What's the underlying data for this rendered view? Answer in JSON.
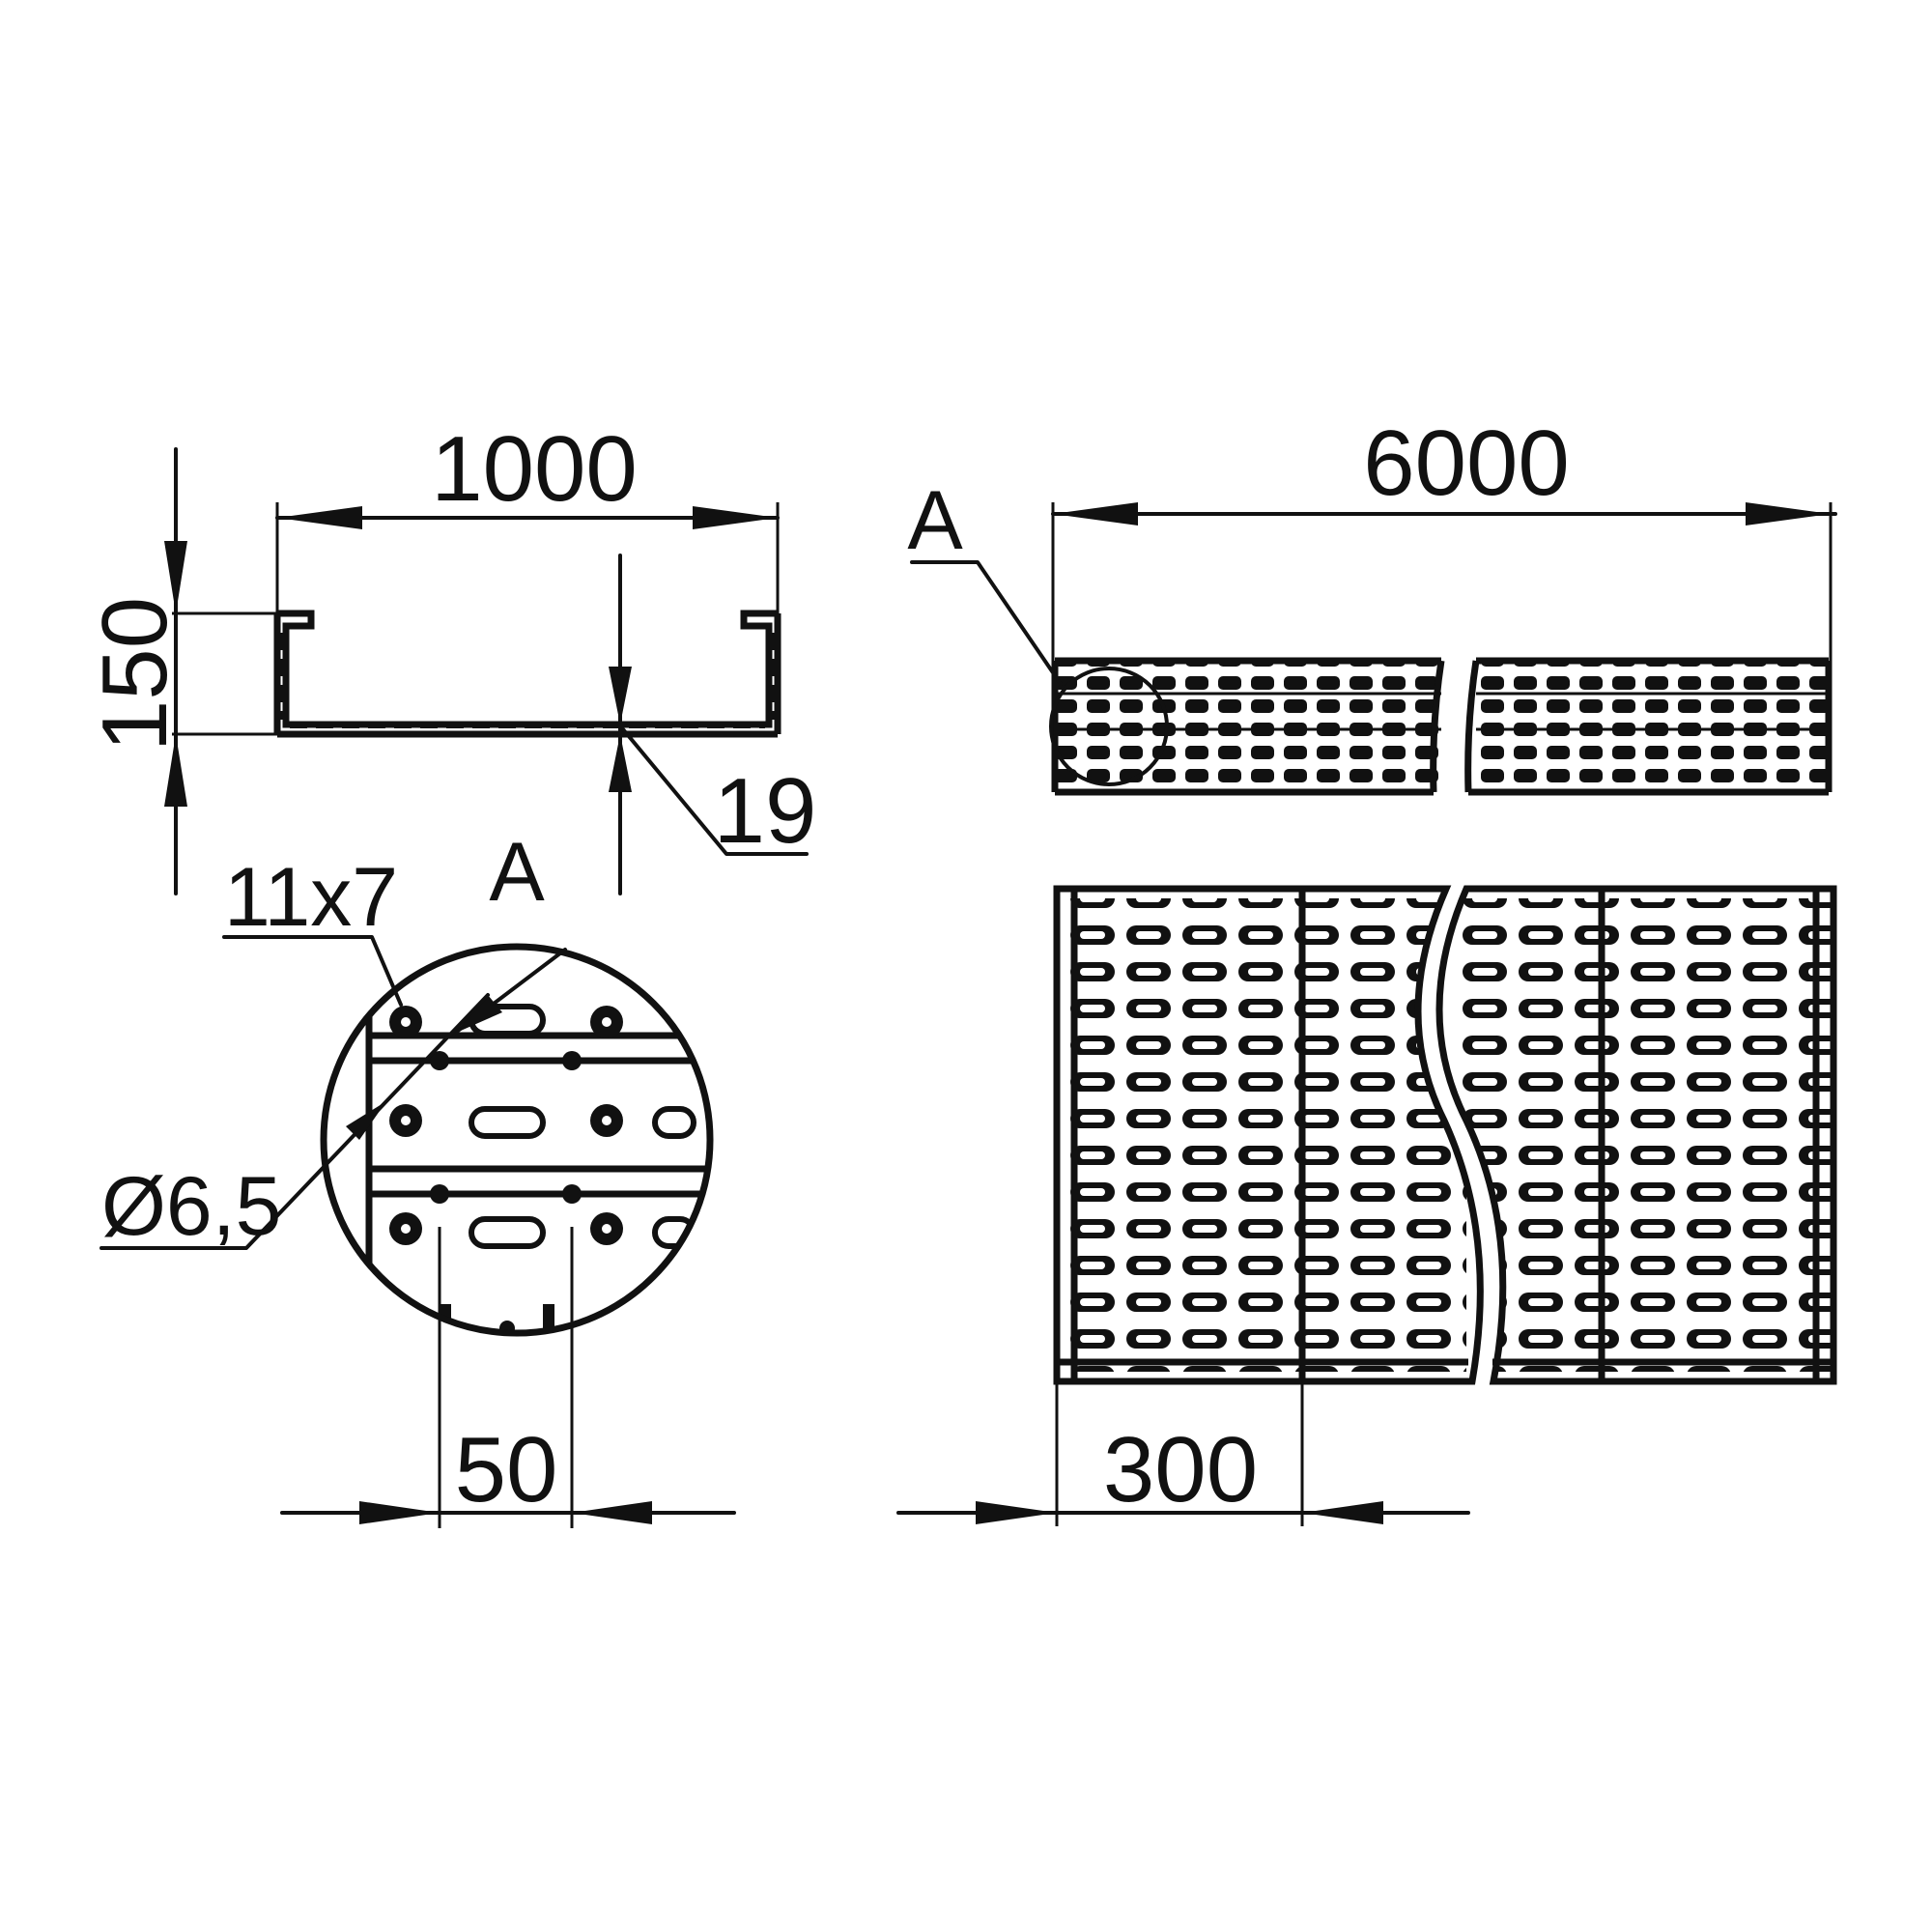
{
  "drawing": {
    "dimensions": {
      "width": "1000",
      "height": "150",
      "flange": "19",
      "length": "6000",
      "pitch_holes": "50",
      "pitch_sections": "300",
      "slot_size": "11x7",
      "hole_diameter": "Ø6,5"
    },
    "labels": {
      "detail_marker": "A",
      "detail_title": "A"
    },
    "colors": {
      "ink": "#111111",
      "paper": "#ffffff"
    }
  }
}
